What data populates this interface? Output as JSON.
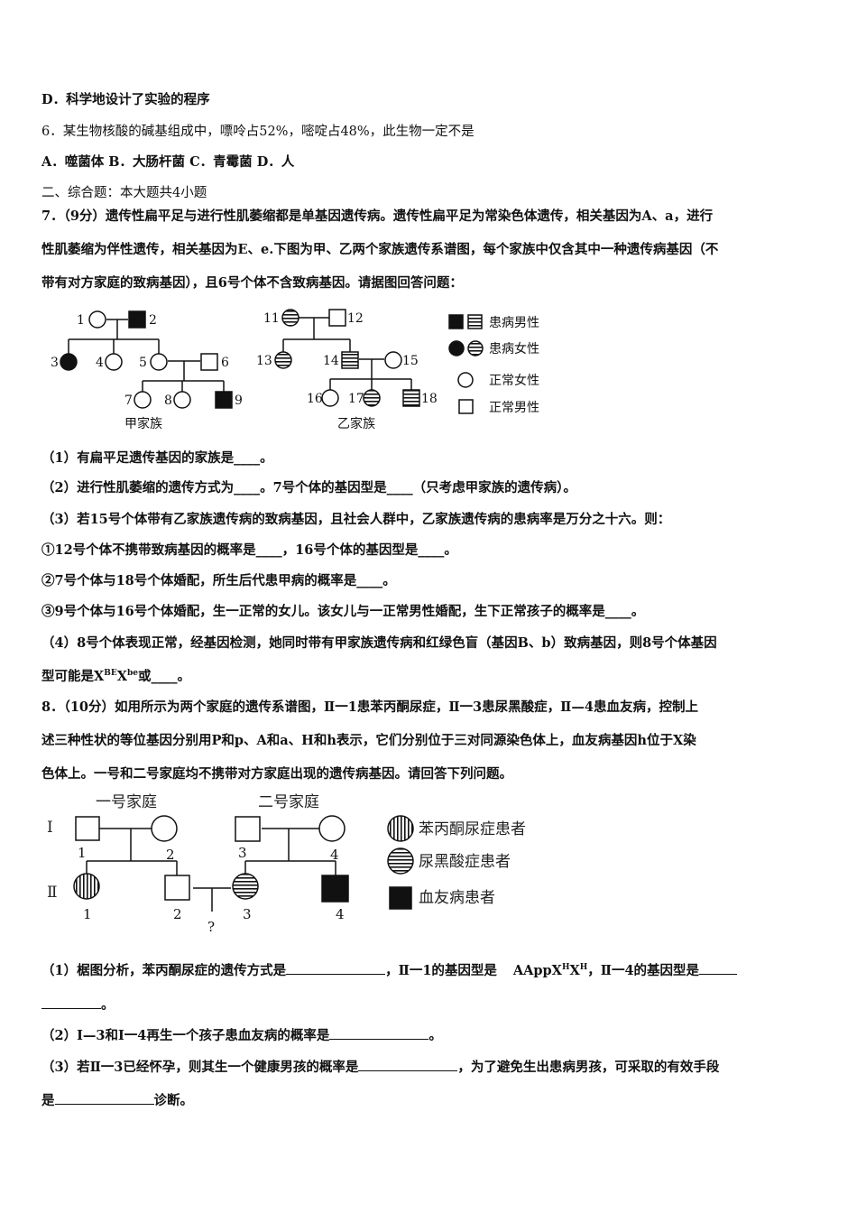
{
  "q5": {
    "option_d": "D．科学地设计了实验的程序"
  },
  "q6": {
    "stem": "6．某生物核酸的碱基组成中，嘌呤占52%，嘧啶占48%，此生物一定不是",
    "options": "A．噬菌体   B．大肠杆菌   C．青霉菌   D．人"
  },
  "section2": {
    "title": "二、综合题：本大题共4小题"
  },
  "q7": {
    "stem_line1": "7．（9分）遗传性扁平足与进行性肌萎缩都是单基因遗传病。遗传性扁平足为常染色体遗传，相关基因为A、a，进行",
    "stem_line2": "性肌萎缩为伴性遗传，相关基因为E、e.下图为甲、乙两个家族遗传系谱图，每个家族中仅含其中一种遗传病基因（不",
    "stem_line3": "带有对方家庭的致病基因），且6号个体不含致病基因。请据图回答问题：",
    "figure": {
      "family_a_label": "甲家族",
      "family_b_label": "乙家族",
      "ids": [
        "1",
        "2",
        "3",
        "4",
        "5",
        "6",
        "7",
        "8",
        "9",
        "11",
        "12",
        "13",
        "14",
        "15",
        "16",
        "17",
        "18"
      ],
      "legend": [
        "患病男性",
        "患病女性",
        "正常女性",
        "正常男性"
      ]
    },
    "sub1": "（1）有扁平足遗传基因的家族是____。",
    "sub2": "（2）进行性肌萎缩的遗传方式为____。7号个体的基因型是____（只考虑甲家族的遗传病）。",
    "sub3": "（3）若15号个体带有乙家族遗传病的致病基因，且社会人群中，乙家族遗传病的患病率是万分之十六。则：",
    "sub3_1": "①12号个体不携带致病基因的概率是____，16号个体的基因型是____。",
    "sub3_2": "②7号个体与18号个体婚配，所生后代患甲病的概率是____。",
    "sub3_3": "③9号个体与16号个体婚配，生一正常的女儿。该女儿与一正常男性婚配，生下正常孩子的概率是____。",
    "sub4_line1": "（4）8号个体表现正常，经基因检测，她同时带有甲家族遗传病和红绿色盲（基因B、b）致病基因，则8号个体基因",
    "sub4_line2_pre": "型可能是X",
    "sub4_sup1": "BE",
    "sub4_mid": "X",
    "sub4_sup2": "be",
    "sub4_post": "或____。"
  },
  "q8": {
    "stem_line1": "8．（10分）如用所示为两个家庭的遗传系谱图，Ⅱ一1患苯丙酮尿症，Ⅱ一3患尿黑酸症，Ⅱ—4患血友病，控制上",
    "stem_line2": "述三种性状的等位基因分别用P和p、A和a、H和h表示，它们分别位于三对同源染色体上，血友病基因h位于X染",
    "stem_line3": "色体上。一号和二号家庭均不携带对方家庭出现的遗传病基因。请回答下列问题。",
    "figure": {
      "family1_label": "一号家庭",
      "family2_label": "二号家庭",
      "gen1": "Ⅰ",
      "gen2": "Ⅱ",
      "ids_gen1": [
        "1",
        "2",
        "3",
        "4"
      ],
      "ids_gen2": [
        "1",
        "2",
        "3",
        "4"
      ],
      "unknown": "?",
      "legend": [
        "苯丙酮尿症患者",
        "尿黑酸症患者",
        "血友病患者"
      ]
    },
    "sub1_a": "（1）椐图分析，苯丙酮尿症的遗传方式是",
    "sub1_b": "，Ⅱ一1的基因型是",
    "sub1_geno": "AAppX",
    "sub1_sup1": "H",
    "sub1_geno2": "X",
    "sub1_sup2": "H",
    "sub1_c": "，Ⅱ一4的基因型是",
    "sub1_end": "。",
    "sub2_a": "（2）Ⅰ—3和Ⅰ一4再生一个孩子患血友病的概率是",
    "sub2_end": "。",
    "sub3_a": "（3）若Ⅱ一3已经怀孕，则其生一个健康男孩的概率是",
    "sub3_b": "，为了避免生出患病男孩，可采取的有效手段",
    "sub3_c": "是",
    "sub3_end": "诊断。"
  }
}
